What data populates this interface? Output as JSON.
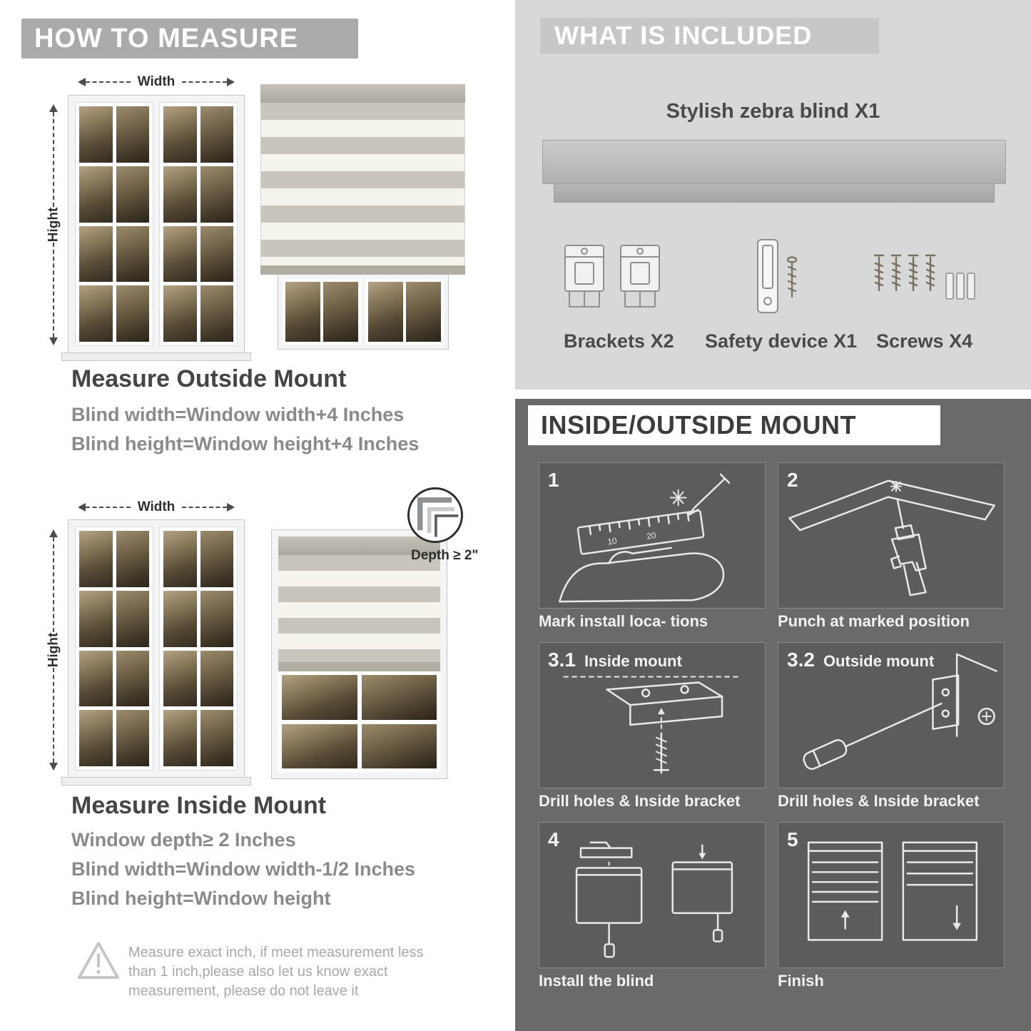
{
  "colors": {
    "left_banner_bg": "#aaaaaa",
    "included_banner_bg": "#c7c7c7",
    "included_section_bg": "#d8d8d8",
    "mount_section_bg": "#6a6a6a",
    "panel_bg": "#5c5c5c"
  },
  "left": {
    "header": "HOW TO MEASURE",
    "figure_labels": {
      "width": "Width",
      "height": "Hight",
      "depth": "Depth ≥ 2\""
    },
    "outside_mount": {
      "title": "Measure Outside Mount",
      "lines": [
        "Blind width=Window width+4 Inches",
        "Blind height=Window height+4 Inches"
      ]
    },
    "inside_mount": {
      "title": "Measure Inside Mount",
      "lines": [
        "Window depth≥ 2 Inches",
        "Blind width=Window width-1/2 Inches",
        "Blind height=Window height"
      ]
    },
    "warning": "Measure exact inch, if meet measurement less than 1 inch,please also let us know exact measurement, please do not leave it"
  },
  "right": {
    "included": {
      "header": "WHAT IS INCLUDED",
      "blind_label": "Stylish zebra blind X1",
      "items": [
        {
          "label": "Brackets X2"
        },
        {
          "label": "Safety device X1"
        },
        {
          "label": "Screws X4"
        }
      ]
    },
    "mount": {
      "header": "INSIDE/OUTSIDE MOUNT",
      "steps": [
        {
          "num": "1",
          "title": "",
          "caption": "Mark install loca- tions"
        },
        {
          "num": "2",
          "title": "",
          "caption": "Punch at  marked position"
        },
        {
          "num": "3.1",
          "title": "Inside mount",
          "caption": "Drill holes &  Inside bracket"
        },
        {
          "num": "3.2",
          "title": "Outside mount",
          "caption": "Drill holes &  Inside bracket"
        },
        {
          "num": "4",
          "title": "",
          "caption": "Install the blind"
        },
        {
          "num": "5",
          "title": "",
          "caption": "Finish"
        }
      ]
    }
  }
}
